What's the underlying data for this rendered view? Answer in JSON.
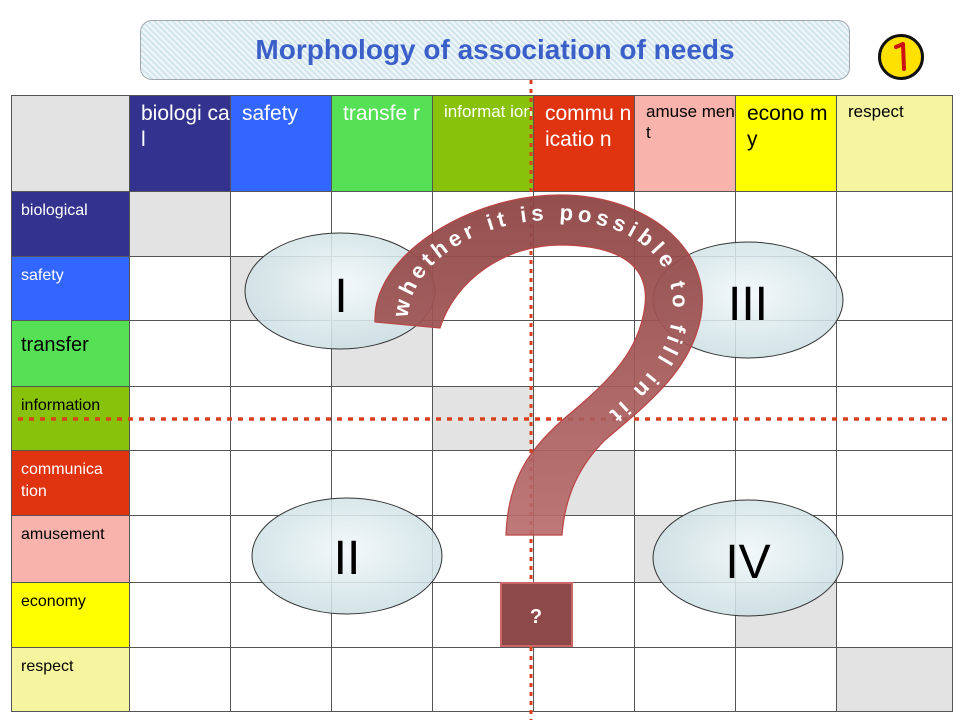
{
  "title": "Morphology of association of needs",
  "columns": [
    {
      "label": "biologi cal",
      "color": "#33338f",
      "text_color": "#ffffff"
    },
    {
      "label": "safety",
      "color": "#3366ff",
      "text_color": "#ffffff"
    },
    {
      "label": "transfe r",
      "color": "#55e055",
      "text_color": "#ffffff"
    },
    {
      "label": "informat ion",
      "color": "#88c20a",
      "text_color": "#ffffff"
    },
    {
      "label": "commu nicatio n",
      "color": "#e03310",
      "text_color": "#ffffff"
    },
    {
      "label": "amuse ment",
      "color": "#f8b4ac",
      "text_color": "#000000"
    },
    {
      "label": "econo my",
      "color": "#ffff00",
      "text_color": "#000000"
    },
    {
      "label": "respect",
      "color": "#f5f5a0",
      "text_color": "#000000"
    }
  ],
  "rows": [
    {
      "label": "biological",
      "color": "#33338f",
      "text_color": "#ffffff"
    },
    {
      "label": "safety",
      "color": "#3366ff",
      "text_color": "#ffffff"
    },
    {
      "label": "transfer",
      "color": "#55e055",
      "text_color": "#000000"
    },
    {
      "label": "information",
      "color": "#88c20a",
      "text_color": "#000000"
    },
    {
      "label": "communica tion",
      "color": "#e03310",
      "text_color": "#ffffff"
    },
    {
      "label": "amusement",
      "color": "#f8b4ac",
      "text_color": "#000000"
    },
    {
      "label": "economy",
      "color": "#ffff00",
      "text_color": "#000000"
    },
    {
      "label": "respect",
      "color": "#f5f5a0",
      "text_color": "#000000"
    }
  ],
  "quadrants": {
    "q1": "I",
    "q2": "II",
    "q3": "III",
    "q4": "IV"
  },
  "question_text": "whether it is possible to fill in it",
  "question_box_label": "?",
  "colors": {
    "title": "#3a5fc8",
    "divider": "#d9401e",
    "question_mark": "#8b4343",
    "ellipse_fill": "#dcebee",
    "diagonal": "#e3e3e3"
  }
}
